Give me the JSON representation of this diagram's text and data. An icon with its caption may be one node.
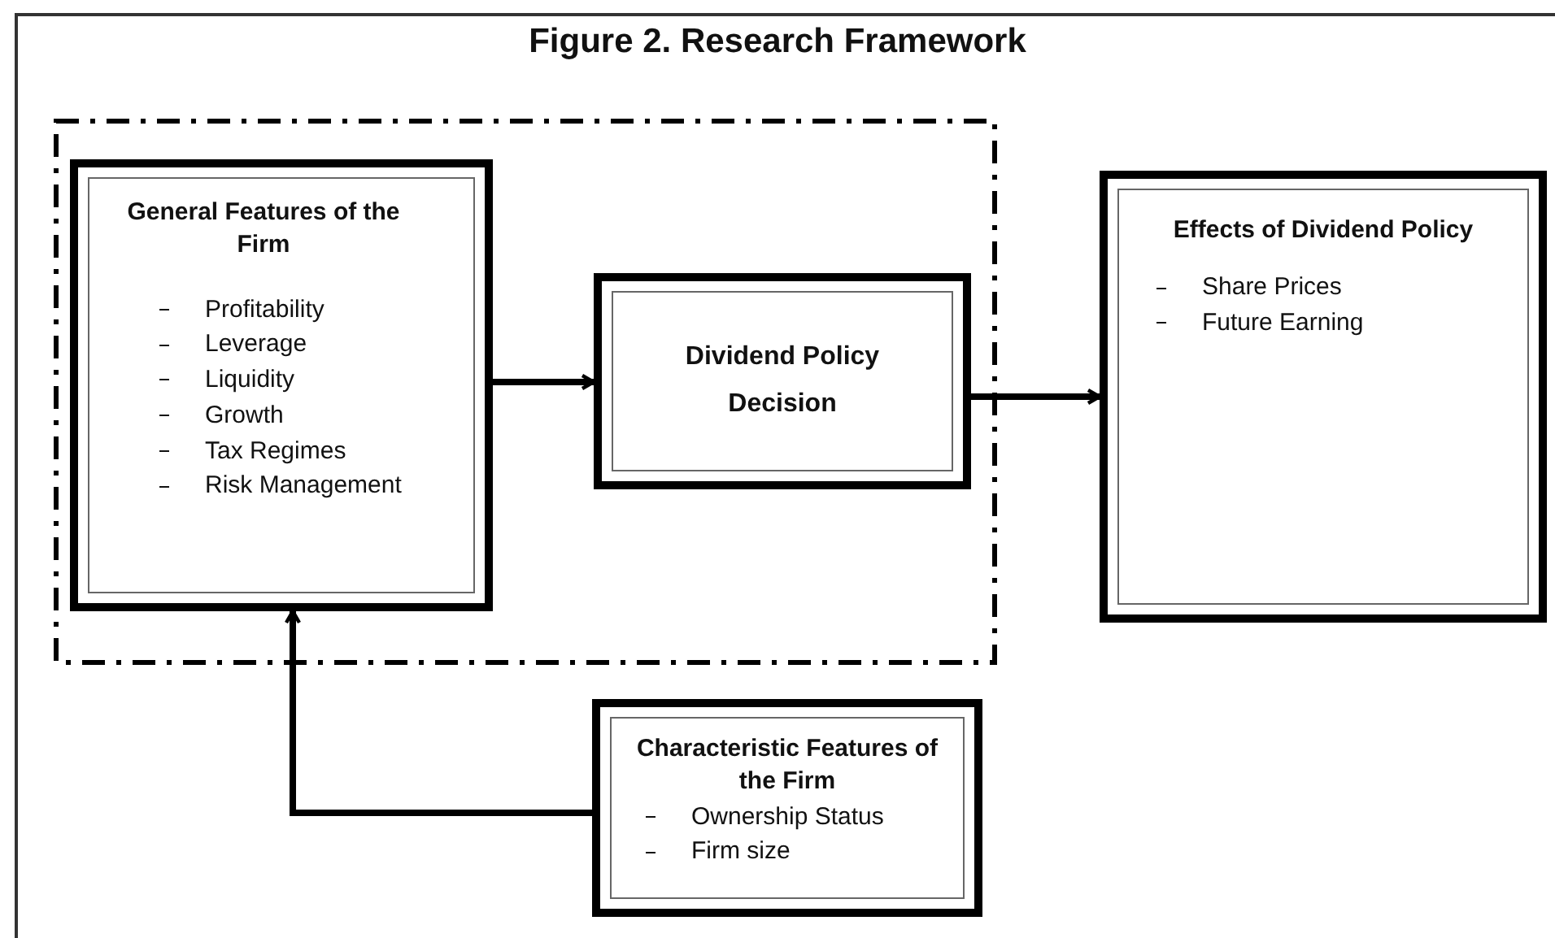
{
  "diagram": {
    "title": "Figure 2. Research Framework",
    "nodes": [
      {
        "text": [],
        "shape": "box"
      },
      {
        "text": [
          "General Features of the Firm",
          "Profitability",
          "Leverage",
          "Liquidity",
          "Growth",
          "Tax Regimes",
          "Risk Management"
        ],
        "in": 0
      },
      {
        "text": [
          "Dividend Policy Decision"
        ],
        "in": 0
      },
      {
        "text": [
          "Effects of Dividend Policy",
          "Share Prices",
          "Future Earning"
        ]
      },
      {
        "text": [
          "Characteristic Features of the Firm",
          "Ownership Status",
          "Firm size"
        ]
      }
    ],
    "edges": [
      {
        "from": 1,
        "to": 2,
        "arrow": "to"
      },
      {
        "from": 2,
        "to": 3,
        "arrow": "to"
      },
      {
        "from": 4,
        "to": 1,
        "arrow": "to"
      }
    ]
  }
}
